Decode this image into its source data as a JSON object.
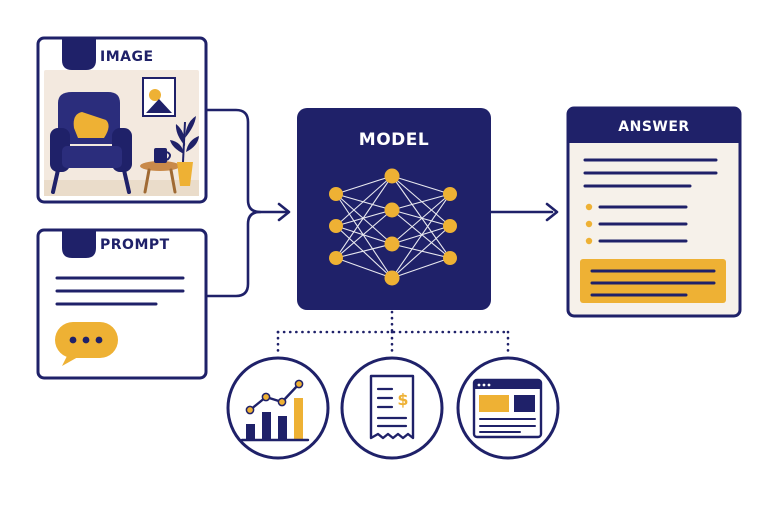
{
  "diagram": {
    "image_card": {
      "title": "IMAGE"
    },
    "prompt_card": {
      "title": "PROMPT"
    },
    "model": {
      "title": "MODEL"
    },
    "answer_card": {
      "title": "ANSWER"
    },
    "outputs": [
      {
        "icon": "bar-line-chart-icon"
      },
      {
        "icon": "receipt-dollar-icon"
      },
      {
        "icon": "web-page-layout-icon"
      }
    ]
  },
  "colors": {
    "navy": "#1f2169",
    "gold": "#eeb134",
    "cream": "#f6f1ea",
    "room": "#f3e9df"
  }
}
